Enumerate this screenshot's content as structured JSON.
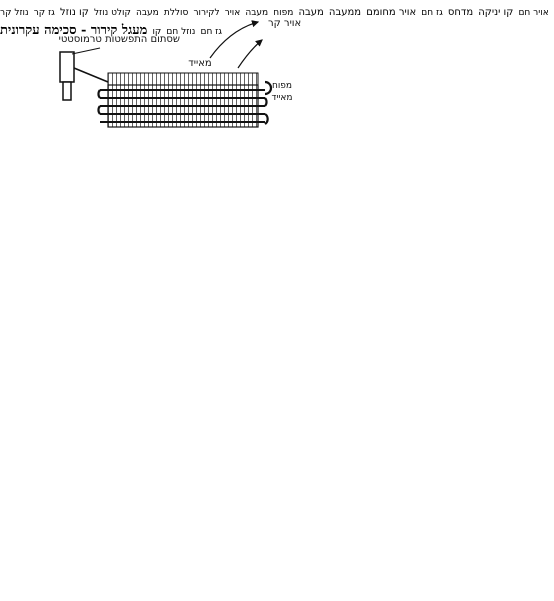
{
  "labels": {
    "expansion_valve": "שסתום התפשטות טרמוסטטי",
    "cold_air": "אויר קר",
    "evaporator": "מאייד",
    "evaporator_fan": "מפוח מאייד",
    "warm_air_evap": "אויר חם",
    "suction_line": "קו יניקה",
    "hot_gas_side": "גז חם",
    "liquid_line_side": "קו נוזל",
    "compressor": "מדחס",
    "hot_air_from_condenser": "אויר מחומם ממעבה",
    "condenser": "מעבה",
    "condenser_fan": "מפוח מעבה",
    "cooling_air_condenser": "אויר לקירור סוללת מעבה",
    "receiver": "קולט נוזל",
    "title": "מעגל קירור - סכימה עקרונית"
  },
  "legend": {
    "cold_gas": "גז קר",
    "cold_liquid": "נוזל קר",
    "hot_gas": "גז חם",
    "hot_liquid": "נוזל חם",
    "line": "קו"
  }
}
